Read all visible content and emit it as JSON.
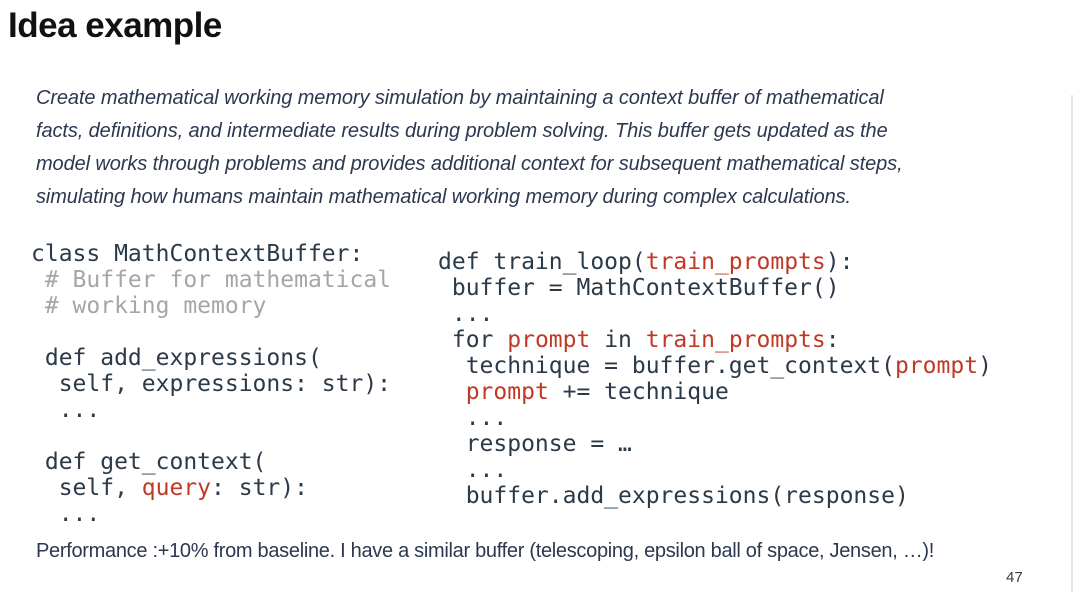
{
  "colors": {
    "title_color": "#111111",
    "text_dark": "#2b3850",
    "code_dark": "#2b3a49",
    "code_red": "#bf3926",
    "code_comment": "#a6a6a6",
    "page_number_color": "#3c3c3c",
    "divider_color": "#e6e6e6",
    "bg": "#ffffff"
  },
  "slide": {
    "title": "Idea example",
    "page_number": "47"
  },
  "intro": {
    "lines": [
      "Create mathematical working memory simulation by maintaining a context buffer of mathematical",
      "facts, definitions, and intermediate results during problem solving. This buffer gets updated as the",
      "model works through problems and provides additional context for subsequent mathematical steps,",
      "simulating how humans maintain mathematical working memory during complex calculations."
    ]
  },
  "code_left": {
    "lines": [
      [
        [
          "d",
          "class MathContextBuffer:"
        ]
      ],
      [
        [
          "c",
          " # Buffer for mathematical"
        ]
      ],
      [
        [
          "c",
          " # working memory"
        ]
      ],
      [],
      [
        [
          "d",
          " def add_expressions("
        ]
      ],
      [
        [
          "d",
          "  self, expressions: str):"
        ]
      ],
      [
        [
          "d",
          "  ..."
        ]
      ],
      [],
      [
        [
          "d",
          " def get_context("
        ]
      ],
      [
        [
          "d",
          "  self, "
        ],
        [
          "r",
          "query"
        ],
        [
          "d",
          ": str):"
        ]
      ],
      [
        [
          "d",
          "  ..."
        ]
      ]
    ]
  },
  "code_right": {
    "lines": [
      [
        [
          "d",
          "def train_loop("
        ],
        [
          "r",
          "train_prompts"
        ],
        [
          "d",
          "):"
        ]
      ],
      [
        [
          "d",
          " buffer = MathContextBuffer()"
        ]
      ],
      [
        [
          "d",
          " ..."
        ]
      ],
      [
        [
          "d",
          " for "
        ],
        [
          "r",
          "prompt"
        ],
        [
          "d",
          " in "
        ],
        [
          "r",
          "train_prompts"
        ],
        [
          "d",
          ":"
        ]
      ],
      [
        [
          "d",
          "  technique = buffer.get_context("
        ],
        [
          "r",
          "prompt"
        ],
        [
          "d",
          ")"
        ]
      ],
      [
        [
          "d",
          "  "
        ],
        [
          "r",
          "prompt"
        ],
        [
          "d",
          " += technique"
        ]
      ],
      [
        [
          "d",
          "  ..."
        ]
      ],
      [
        [
          "d",
          "  response = …"
        ]
      ],
      [
        [
          "d",
          "  ..."
        ]
      ],
      [
        [
          "d",
          "  buffer.add_expressions(response)"
        ]
      ]
    ]
  },
  "footer": {
    "text": "Performance :+10% from baseline. I have a similar buffer (telescoping, epsilon ball of space, Jensen, …)!"
  }
}
